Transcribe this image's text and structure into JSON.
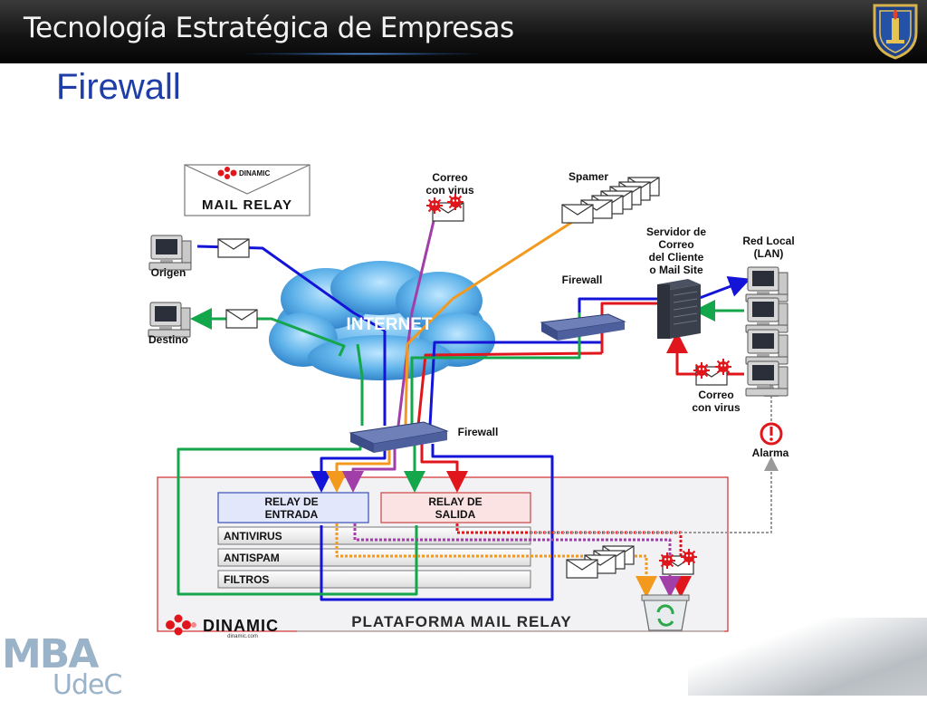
{
  "header": {
    "title": "Tecnología Estratégica de Empresas"
  },
  "slide": {
    "title": "Firewall"
  },
  "diagram": {
    "mail_relay_logo": {
      "brand": "DINAMIC",
      "text": "MAIL RELAY"
    },
    "origen": "Origen",
    "destino": "Destino",
    "correo_virus_top": [
      "Correo",
      "con virus"
    ],
    "spamer": "Spamer",
    "internet": "INTERNET",
    "servidor": [
      "Servidor de",
      "Correo",
      "del Cliente",
      "o Mail Site"
    ],
    "red_local": [
      "Red Local",
      "(LAN)"
    ],
    "firewall_right": "Firewall",
    "firewall_center": "Firewall",
    "correo_virus_right": [
      "Correo",
      "con virus"
    ],
    "alarma": "Alarma",
    "relay_entrada": [
      "RELAY DE",
      "ENTRADA"
    ],
    "relay_salida": [
      "RELAY DE",
      "SALIDA"
    ],
    "antivirus": "ANTIVIRUS",
    "antispam": "ANTISPAM",
    "filtros": "FILTROS",
    "plataforma": "PLATAFORMA MAIL RELAY",
    "brand": "DINAMIC",
    "brand_url": "dinamic.com"
  },
  "footer": {
    "mba_top": "MBA",
    "mba_bottom": "UdeC"
  },
  "colors": {
    "blue": "#1414d8",
    "green": "#13a64a",
    "red": "#e0161c",
    "orange": "#f39a1e",
    "purple": "#a23ea8",
    "title": "#1f3ea8"
  }
}
